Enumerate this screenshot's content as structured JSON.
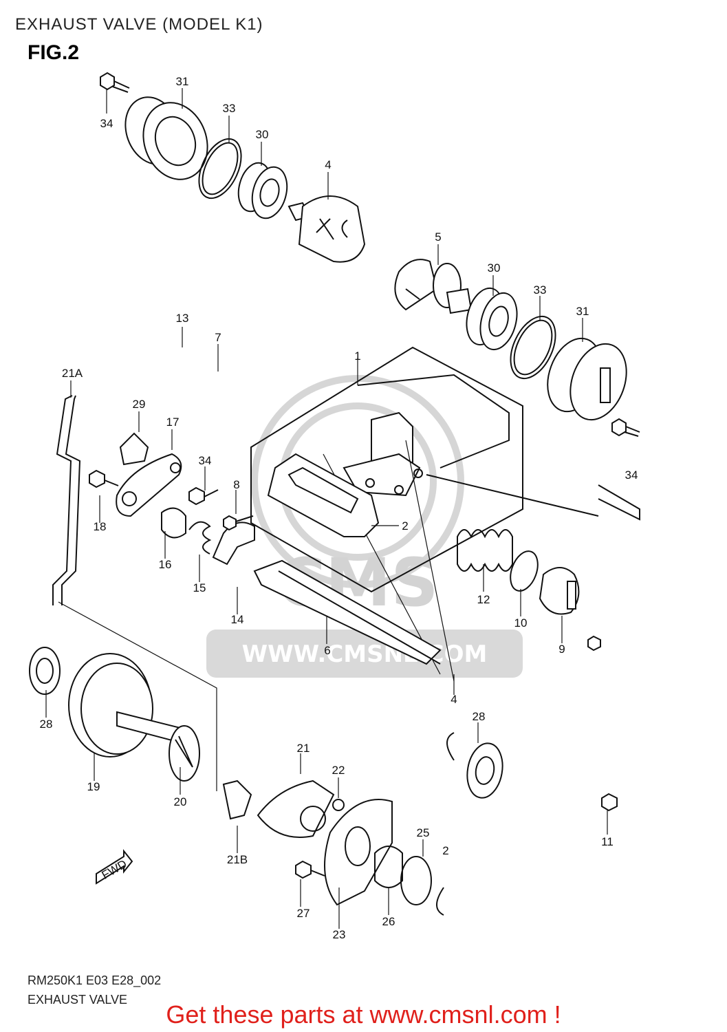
{
  "header": {
    "title": "EXHAUST VALVE (MODEL K1)",
    "figure": "FIG.2"
  },
  "footer": {
    "code": "RM250K1 E03 E28_002",
    "caption": "EXHAUST VALVE",
    "promo": "Get these parts at www.cmsnl.com !"
  },
  "watermark": {
    "logo_text": "CMS",
    "url": "WWW.CMSNL.COM"
  },
  "fwd_label": "FWD",
  "callouts": [
    "31",
    "33",
    "30",
    "4",
    "34",
    "5",
    "30",
    "33",
    "31",
    "13",
    "7",
    "1",
    "21A",
    "29",
    "17",
    "34",
    "18",
    "8",
    "2",
    "34",
    "16",
    "15",
    "14",
    "12",
    "10",
    "9",
    "6",
    "4",
    "28",
    "19",
    "20",
    "28",
    "21",
    "22",
    "21B",
    "25",
    "2",
    "27",
    "23",
    "26",
    "11"
  ]
}
